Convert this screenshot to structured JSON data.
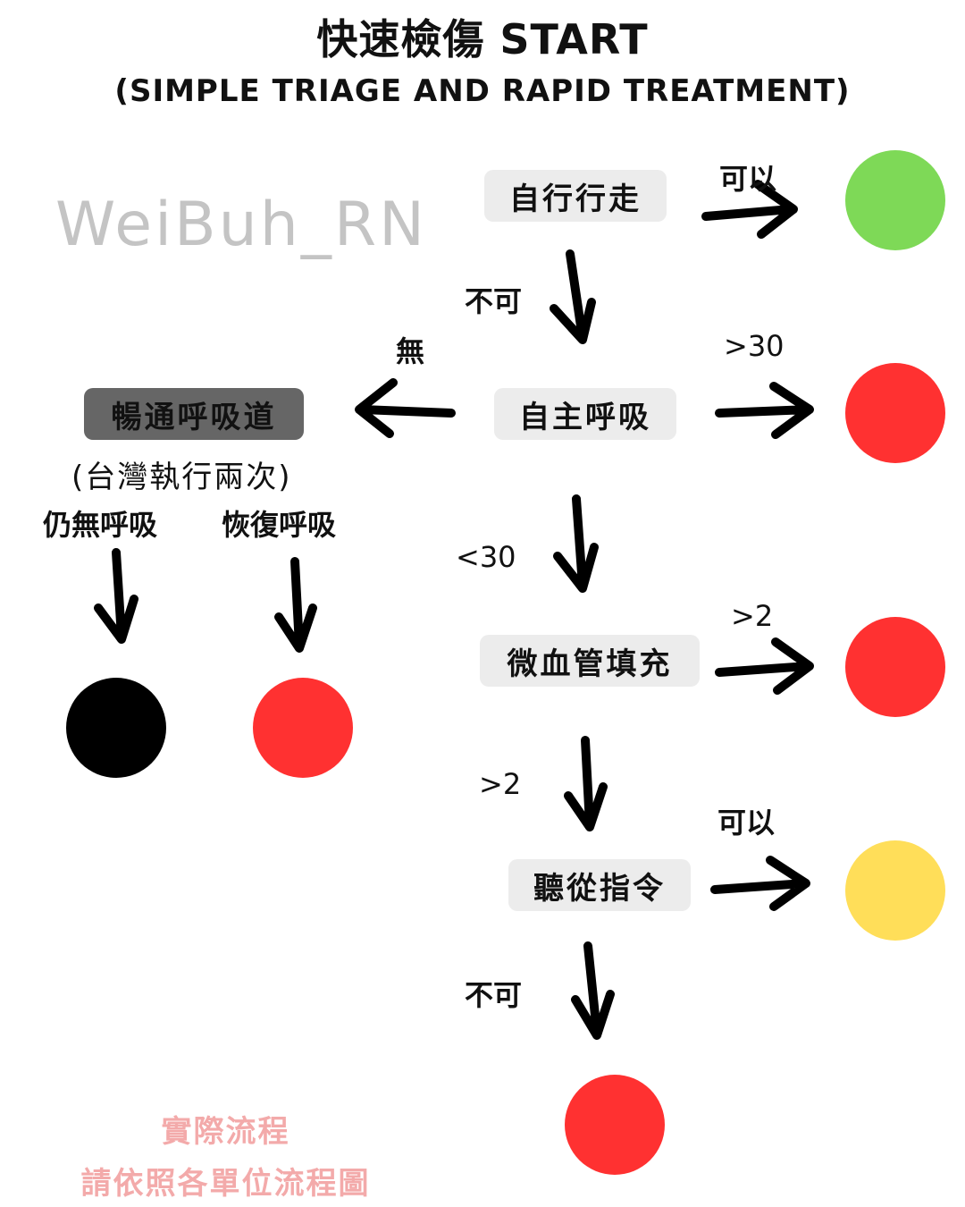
{
  "title": "快速檢傷 START",
  "subtitle": "(SIMPLE TRIAGE AND RAPID TREATMENT)",
  "watermark": "WeiBuh_RN",
  "steps": {
    "walk": "自行行走",
    "breathing": "自主呼吸",
    "airway": "暢通呼吸道",
    "capillary": "微血管填充",
    "commands": "聽從指令"
  },
  "airway_note": "(台灣執行兩次)",
  "branches": {
    "walk_yes": "可以",
    "walk_no": "不可",
    "breath_none": "無",
    "breath_over30": ">30",
    "breath_under30": "<30",
    "cap_over2_right": ">2",
    "cap_over2_down": ">2",
    "cmd_yes": "可以",
    "cmd_no": "不可",
    "still_no_breath": "仍無呼吸",
    "breath_restored": "恢復呼吸"
  },
  "colors": {
    "green": "#7ed957",
    "red": "#ff3131",
    "yellow": "#ffde59",
    "black": "#000000"
  },
  "footer_note": {
    "line1": "實際流程",
    "line2": "請依照各單位流程圖"
  }
}
